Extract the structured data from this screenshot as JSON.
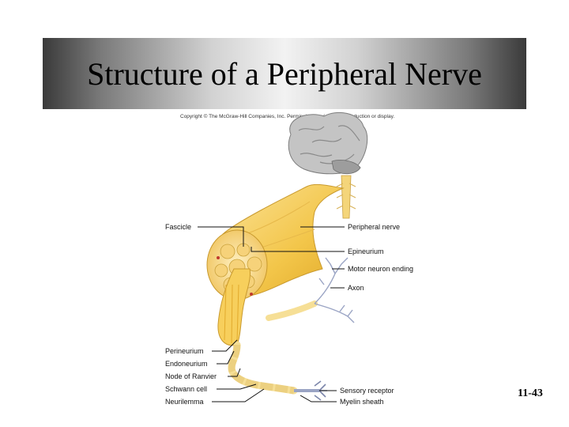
{
  "slide": {
    "title": "Structure of a Peripheral Nerve",
    "copyright": "Copyright © The McGraw-Hill Companies, Inc. Permission required for reproduction or display.",
    "page_number": "11-43"
  },
  "figure": {
    "labels_left": {
      "fascicle": "Fascicle",
      "perineurium": "Perineurium",
      "endoneurium": "Endoneurium",
      "node_of_ranvier": "Node of Ranvier",
      "schwann_cell": "Schwann cell",
      "neurilemma": "Neurilemma"
    },
    "labels_right": {
      "peripheral_nerve": "Peripheral nerve",
      "epineurium": "Epineurium",
      "motor_neuron_ending": "Motor neuron ending",
      "axon": "Axon",
      "sensory_receptor": "Sensory receptor",
      "myelin_sheath": "Myelin sheath"
    },
    "colors": {
      "nerve": "#f3c64a",
      "nerve_light": "#fbe7a0",
      "brain": "#bdbdbd",
      "nerve_endings": "#9aa4c4"
    }
  }
}
